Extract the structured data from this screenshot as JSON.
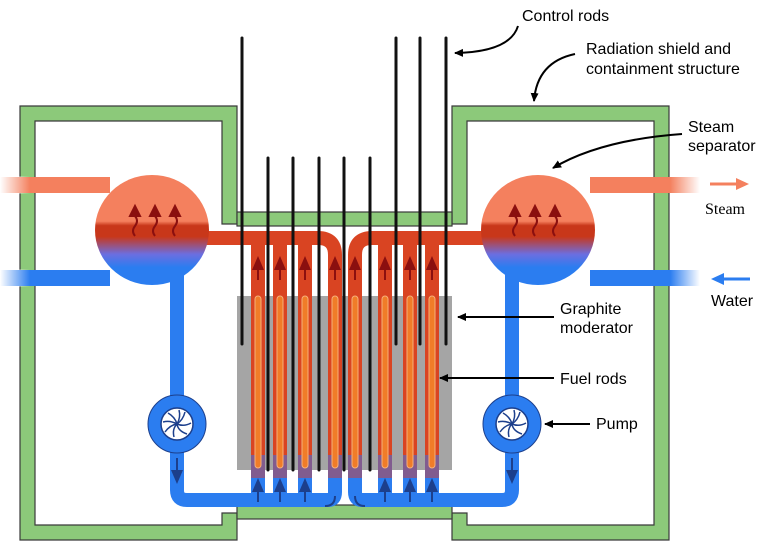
{
  "labels": {
    "control_rods": "Control rods",
    "shield_line1": "Radiation shield and",
    "shield_line2": "containment structure",
    "separator_line1": "Steam",
    "separator_line2": "separator",
    "steam_out": "Steam",
    "water_in": "Water",
    "moderator_line1": "Graphite",
    "moderator_line2": "moderator",
    "fuel_rods": "Fuel rods",
    "pump": "Pump"
  },
  "colors": {
    "containment": "#8cc97a",
    "steam": "#f4805e",
    "hot_water": "#d94422",
    "cold_water": "#2b7df0",
    "fuel": "#f07c28",
    "graphite": "#a5a5a5",
    "rod": "#111111",
    "flow_arrow": "#8b0f0f",
    "water_arrow": "#1c3f8c"
  }
}
